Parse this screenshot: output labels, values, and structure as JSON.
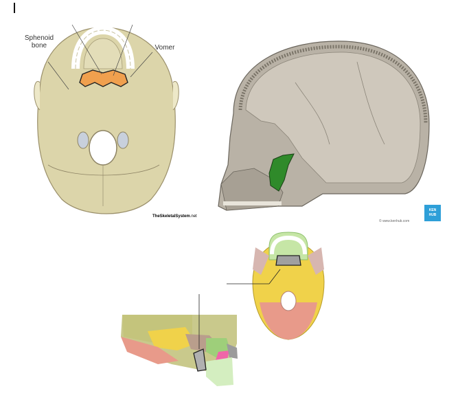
{
  "top_left_figure": {
    "labels": {
      "sphenoid": "Sphenoid bone",
      "vomer": "Vomer"
    },
    "logo_text": "TheSkeletalSystem",
    "logo_sub": ".net"
  },
  "top_right_figure": {
    "credit": "© www.kenhub.com",
    "badge_line1": "KEN",
    "badge_line2": "HUB"
  },
  "colors": {
    "bone": "#d8d2a6",
    "vomer_highlight": "#f0a04e",
    "green_highlight": "#2f8a2a",
    "kenhub_blue": "#2e9fd8"
  }
}
